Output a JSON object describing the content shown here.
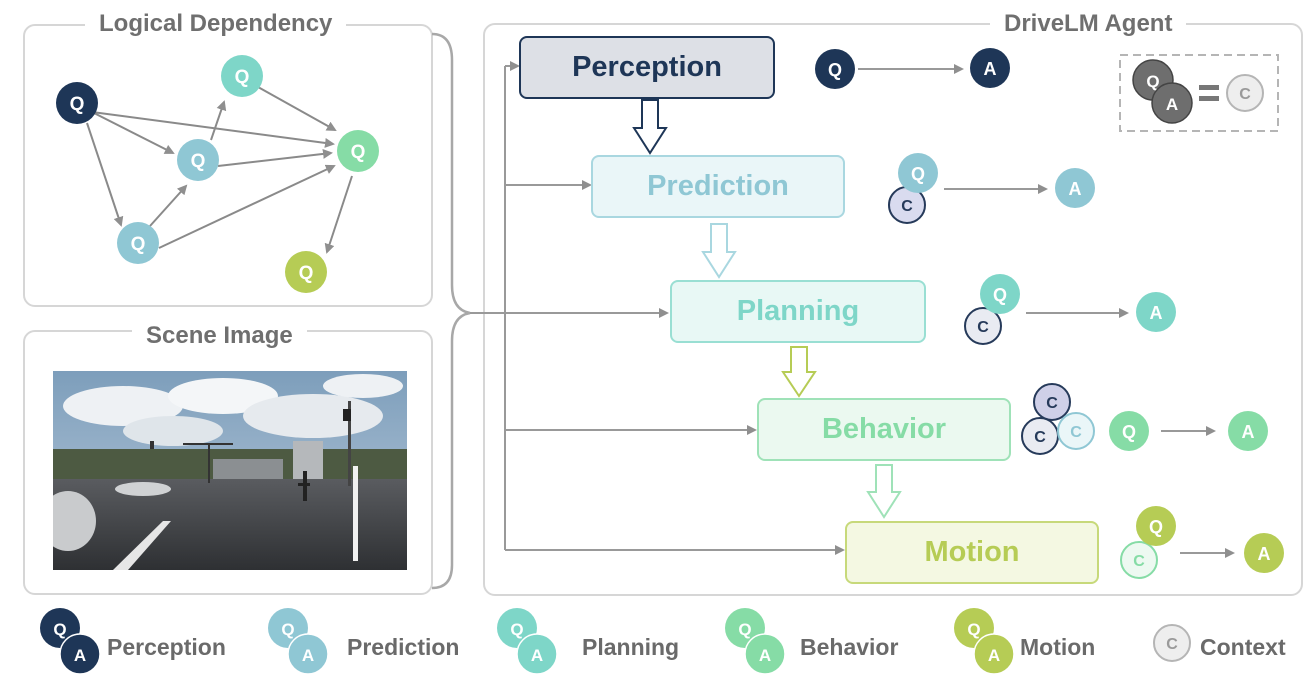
{
  "panels": {
    "logical_dependency": "Logical Dependency",
    "scene_image": "Scene Image",
    "agent": "DriveLM Agent"
  },
  "stages": [
    {
      "label": "Perception",
      "color": "#1e3657",
      "fill": "#dde0e6",
      "border": "#1e3657"
    },
    {
      "label": "Prediction",
      "color": "#8fc7d4",
      "fill": "#eaf6f8",
      "border": "#a9d7e0"
    },
    {
      "label": "Planning",
      "color": "#7ed6c8",
      "fill": "#e8f8f5",
      "border": "#99dfd3"
    },
    {
      "label": "Behavior",
      "color": "#86dca6",
      "fill": "#ebf9f0",
      "border": "#9fe2b8"
    },
    {
      "label": "Motion",
      "color": "#b6cc55",
      "fill": "#f4f8e2",
      "border": "#c7d97a"
    }
  ],
  "glyphs": {
    "q": "Q",
    "a": "A",
    "c": "C"
  },
  "legend": [
    {
      "label": "Perception"
    },
    {
      "label": "Prediction"
    },
    {
      "label": "Planning"
    },
    {
      "label": "Behavior"
    },
    {
      "label": "Motion"
    },
    {
      "label": "Context"
    }
  ]
}
